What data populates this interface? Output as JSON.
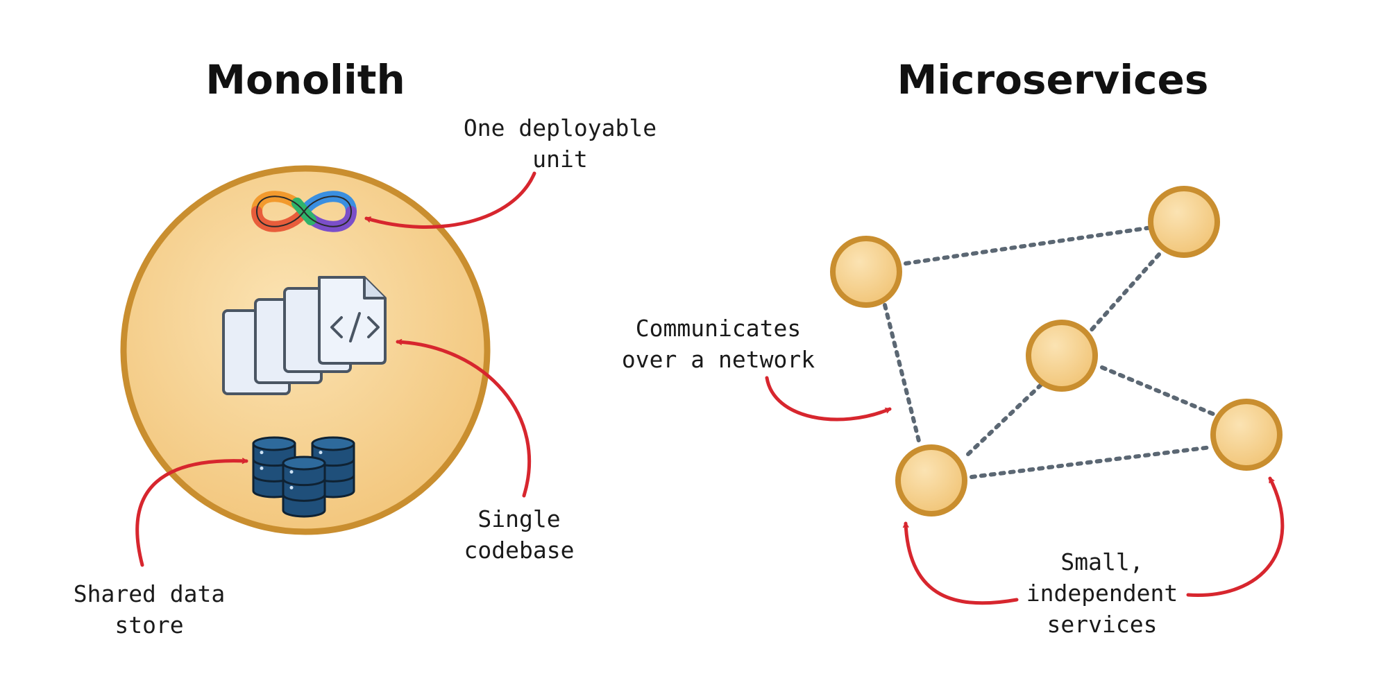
{
  "monolith": {
    "title": "Monolith",
    "annotations": {
      "deployable_line1": "One deployable",
      "deployable_line2": "unit",
      "codebase_line1": "Single",
      "codebase_line2": "codebase",
      "datastore_line1": "Shared data",
      "datastore_line2": "store"
    },
    "icons": [
      "infinity-loop-icon",
      "code-files-icon",
      "database-stack-icon"
    ]
  },
  "microservices": {
    "title": "Microservices",
    "annotations": {
      "network_line1": "Communicates",
      "network_line2": "over a network",
      "services_line1": "Small,",
      "services_line2": "independent",
      "services_line3": "services"
    },
    "service_count": 5
  },
  "colors": {
    "accent_arrow": "#d7262e",
    "circle_fill": "#f5cf8a",
    "circle_stroke": "#c98e2f",
    "link_dots": "#5b6773",
    "database_blue": "#1f4f7a"
  }
}
